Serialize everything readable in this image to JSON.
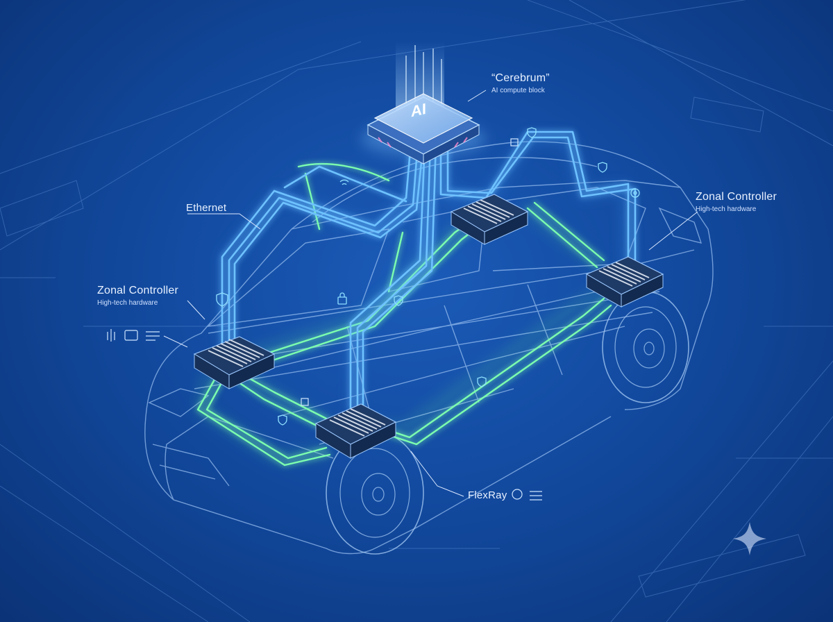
{
  "labels": {
    "cerebrum": {
      "title": "“Cerebrum”",
      "subtitle": "AI compute block"
    },
    "ethernet": "Ethernet",
    "flexray": "FlexRay",
    "zonal_left": {
      "title": "Zonal Controller",
      "subtitle": "High-tech hardware"
    },
    "zonal_right": {
      "title": "Zonal Controller",
      "subtitle": "High-tech hardware"
    }
  },
  "ai_chip_text": "AI",
  "colors": {
    "background": "#124a9f",
    "blueprint_line": "#6f9fe0",
    "ethernet_cable": "#5ab4ff",
    "flexray_cable": "#6dff9a",
    "label_text": "#e8f1ff"
  },
  "icons": [
    "shield-lock-icon",
    "lock-icon",
    "gear-icon",
    "wifi-icon",
    "handshake-icon",
    "sliders-icon",
    "chip-icon",
    "sparkle-icon"
  ]
}
